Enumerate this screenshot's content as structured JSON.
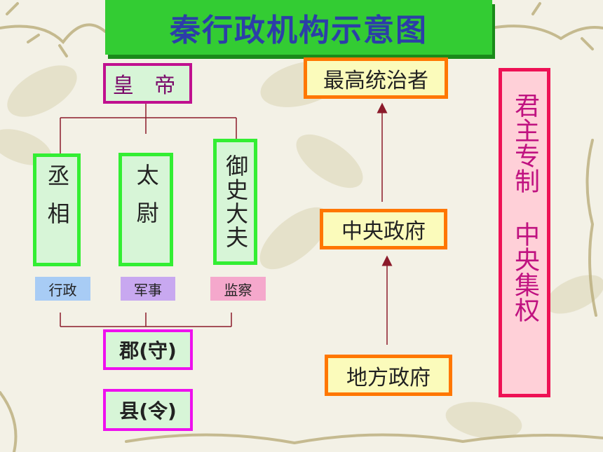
{
  "title": "秦行政机构示意图",
  "emperor": "皇 帝",
  "officials": [
    {
      "name": "丞相",
      "role": "行政"
    },
    {
      "name": "太尉",
      "role": "军事"
    },
    {
      "name": "御史大夫",
      "role": "监察"
    }
  ],
  "local_units": [
    "郡(守)",
    "县(令)"
  ],
  "levels": {
    "top": "最高统治者",
    "central": "中央政府",
    "local": "地方政府"
  },
  "concept": [
    "君主专制",
    "中央集权"
  ],
  "colors": {
    "title_bar": "#33cc33",
    "title_text": "#2c3ea8",
    "emperor_border": "#c0108f",
    "official_border": "#33ee33",
    "local_border": "#ee11ee",
    "level_border": "#ff7700",
    "level_fill": "#fbfbbb",
    "concept_border": "#ee1155",
    "concept_text": "#c01280",
    "connector": "#8b1a2a"
  }
}
